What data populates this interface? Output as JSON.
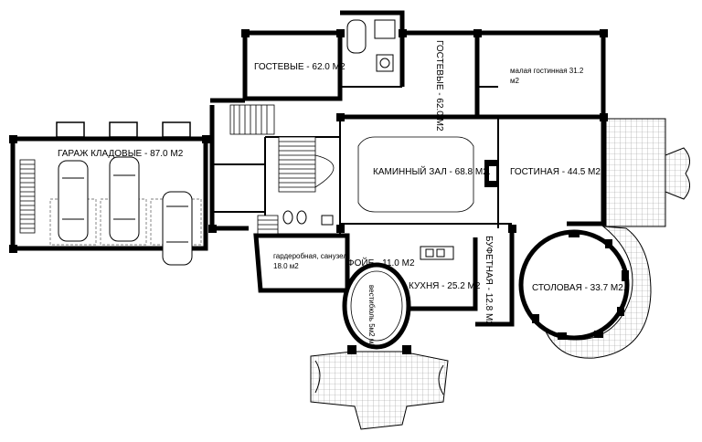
{
  "rooms": {
    "garage": "ГАРАЖ  КЛАДОВЫЕ - 87.0 М2",
    "guest_left": "ГОСТЕВЫЕ - 62.0 М2",
    "guest_right": "ГОСТЕВЫЕ - 62.0 М2",
    "small_living_line1": "малая гостинная 31.2",
    "small_living_line2": "м2",
    "fireplace_hall": "КАМИННЫЙ ЗАЛ - 68.8 М2.",
    "living_room": "ГОСТИНАЯ - 44.5 М2.",
    "foyer": "ФОЙЕ - 11.0 М2",
    "kitchen": "КУХНЯ - 25.2 М2",
    "buffet": "БУФЕТНАЯ - 12.8 М2",
    "dining": "СТОЛОВАЯ - 33.7 М2.",
    "dressing_line1": "гардеробная, санузел",
    "dressing_line2": "18.0 м2",
    "vestibule": "вестибюль 5м2 м2"
  }
}
